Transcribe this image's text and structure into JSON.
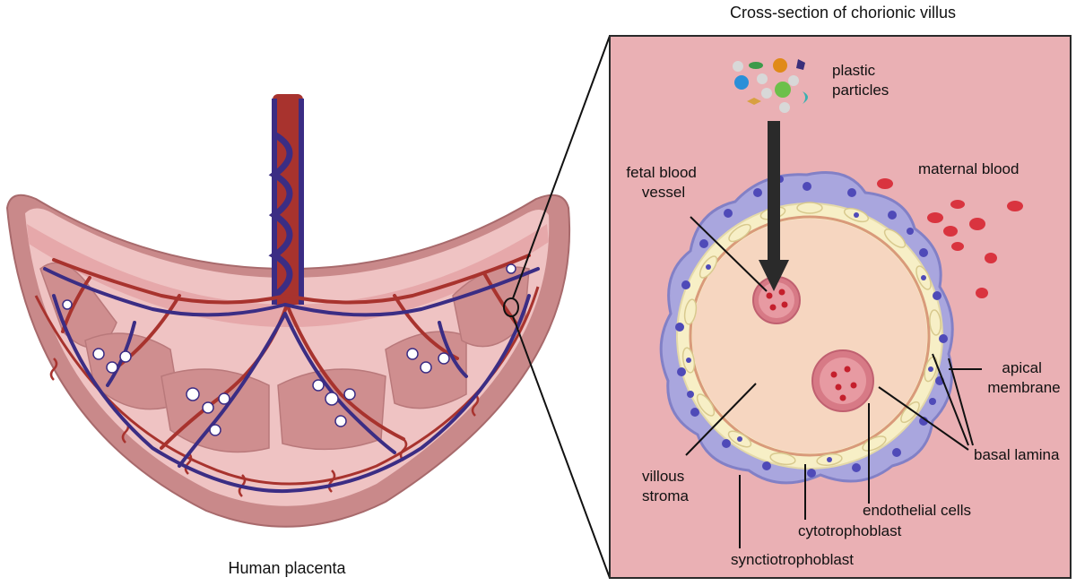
{
  "figure": {
    "left_caption": "Human placenta",
    "right_title": "Cross-section of chorionic villus",
    "labels": {
      "plastic_particles": [
        "plastic",
        "particles"
      ],
      "fetal_blood_vessel": [
        "fetal blood",
        "vessel"
      ],
      "maternal_blood": "maternal blood",
      "apical_membrane": [
        "apical",
        "membrane"
      ],
      "basal_lamina": "basal lamina",
      "villous_stroma": [
        "villous",
        "stroma"
      ],
      "endothelial_cells": "endothelial cells",
      "cytotrophoblast": "cytotrophoblast",
      "syncytiotrophoblast": "synctiotrophoblast"
    }
  },
  "colors": {
    "panel_bg": "#eab0b4",
    "syncytio": "#a9a6de",
    "cytotropho": "#f7efc6",
    "stroma": "#f6d6c0",
    "vessel": "#d77a86",
    "nucleus": "#4f4ab8",
    "blood_cell": "#d9343f",
    "artery": "#a8332e",
    "vein": "#3b2d84",
    "placenta_outer": "#c9898a",
    "placenta_inner": "#efc3c3"
  }
}
